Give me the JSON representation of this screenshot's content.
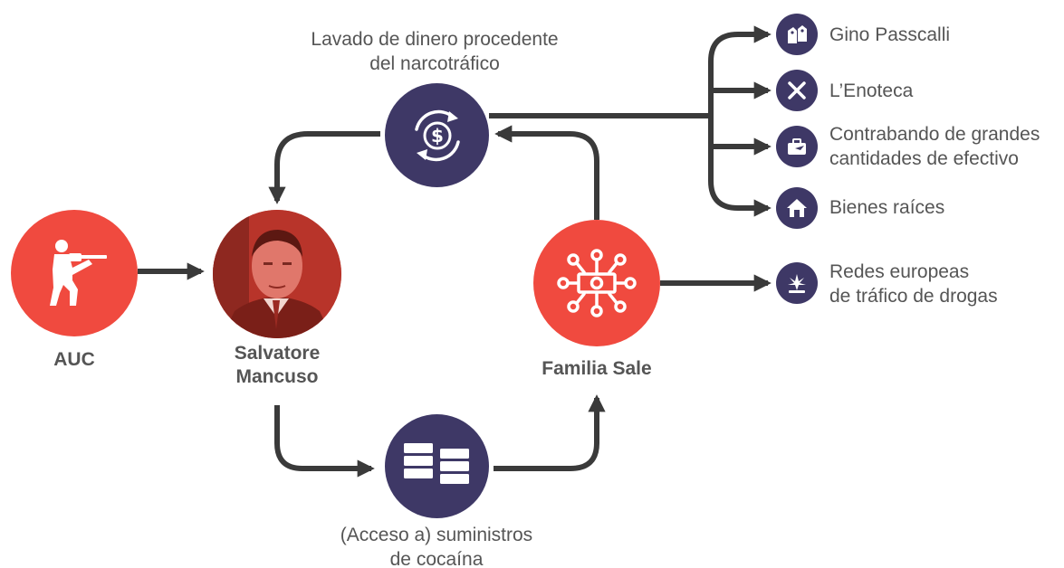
{
  "nodes": {
    "auc": {
      "label": "AUC"
    },
    "mancuso": {
      "line1": "Salvatore",
      "line2": "Mancuso"
    },
    "sale": {
      "label": "Familia Sale"
    },
    "laundering": {
      "line1": "Lavado de dinero procedente",
      "line2": "del narcotráfico"
    },
    "cocaine": {
      "line1": "(Acceso a) suministros",
      "line2": "de cocaína"
    }
  },
  "branches": [
    {
      "line1": "Gino Passcalli",
      "line2": "",
      "icon": "shopping-tags-icon"
    },
    {
      "line1": "L’Enoteca",
      "line2": "",
      "icon": "fork-knife-icon"
    },
    {
      "line1": "Contrabando de grandes",
      "line2": "cantidades de efectivo",
      "icon": "briefcase-plane-icon"
    },
    {
      "line1": "Bienes raíces",
      "line2": "",
      "icon": "house-icon"
    },
    {
      "line1": "Redes europeas",
      "line2": "de tráfico de drogas",
      "icon": "drug-plant-icon"
    }
  ],
  "colors": {
    "red": "#f04a3f",
    "navy": "#3e3866",
    "arrow": "#3a3a3a",
    "text": "#555555"
  }
}
